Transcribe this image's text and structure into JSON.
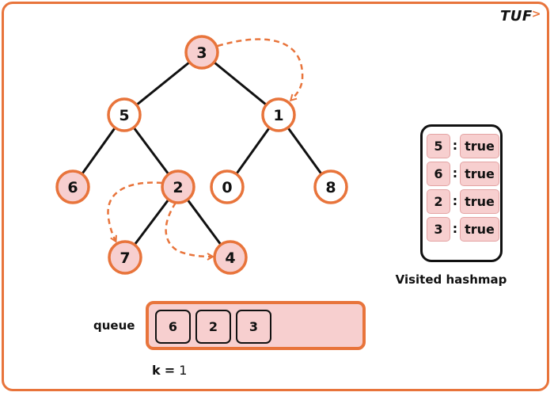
{
  "logo": {
    "text": "TUF",
    "accent": ">"
  },
  "colors": {
    "accent": "#e8743b",
    "visited_fill": "#f7cfcf",
    "unvisited_fill": "#ffffff",
    "edge": "#111111"
  },
  "tree": {
    "nodes": [
      {
        "id": "n3",
        "value": "3",
        "visited": true
      },
      {
        "id": "n5",
        "value": "5",
        "visited": false
      },
      {
        "id": "n1",
        "value": "1",
        "visited": false
      },
      {
        "id": "n6",
        "value": "6",
        "visited": true
      },
      {
        "id": "n2",
        "value": "2",
        "visited": true
      },
      {
        "id": "n0",
        "value": "0",
        "visited": false
      },
      {
        "id": "n8",
        "value": "8",
        "visited": false
      },
      {
        "id": "n7",
        "value": "7",
        "visited": true
      },
      {
        "id": "n4",
        "value": "4",
        "visited": true
      }
    ],
    "edges": [
      [
        "n3",
        "n5"
      ],
      [
        "n3",
        "n1"
      ],
      [
        "n5",
        "n6"
      ],
      [
        "n5",
        "n2"
      ],
      [
        "n1",
        "n0"
      ],
      [
        "n1",
        "n8"
      ],
      [
        "n2",
        "n7"
      ],
      [
        "n2",
        "n4"
      ]
    ],
    "traversal_arrows": [
      {
        "from": "n3",
        "to": "n1"
      },
      {
        "from": "n2",
        "to": "n7"
      },
      {
        "from": "n2",
        "to": "n4"
      }
    ]
  },
  "hashmap": {
    "label": "Visited hashmap",
    "separator": ":",
    "entries": [
      {
        "key": "5",
        "value": "true"
      },
      {
        "key": "6",
        "value": "true"
      },
      {
        "key": "2",
        "value": "true"
      },
      {
        "key": "3",
        "value": "true"
      }
    ]
  },
  "queue": {
    "label": "queue",
    "items": [
      "6",
      "2",
      "3"
    ]
  },
  "k": {
    "label": "k",
    "equals": "=",
    "value": "1"
  }
}
